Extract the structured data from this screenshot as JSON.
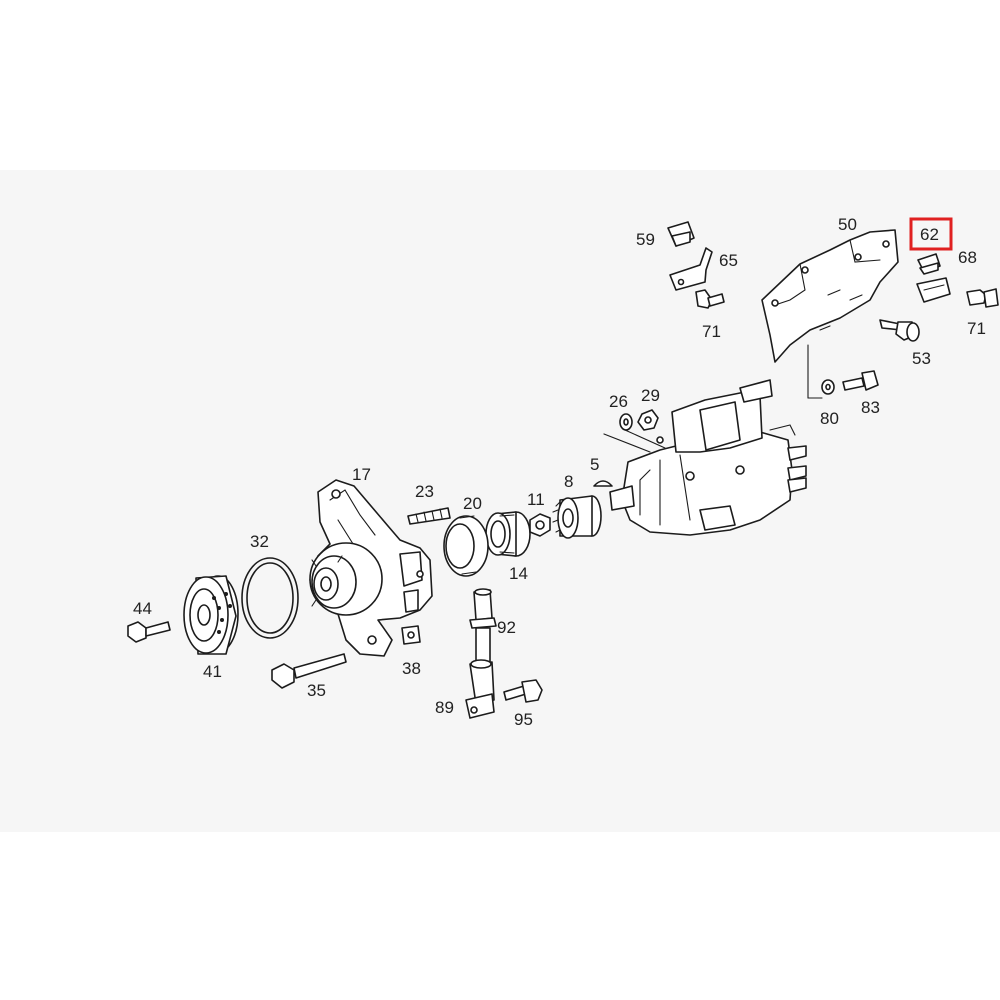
{
  "diagram": {
    "highlight_color": "#e02020",
    "part_labels": {
      "p5": "5",
      "p8": "8",
      "p11": "11",
      "p14": "14",
      "p17": "17",
      "p20": "20",
      "p23": "23",
      "p26": "26",
      "p29": "29",
      "p32": "32",
      "p35": "35",
      "p38": "38",
      "p41": "41",
      "p44": "44",
      "p50": "50",
      "p53": "53",
      "p59": "59",
      "p62": "62",
      "p65": "65",
      "p68": "68",
      "p71a": "71",
      "p71b": "71",
      "p80": "80",
      "p83": "83",
      "p89": "89",
      "p92": "92",
      "p95": "95"
    }
  }
}
